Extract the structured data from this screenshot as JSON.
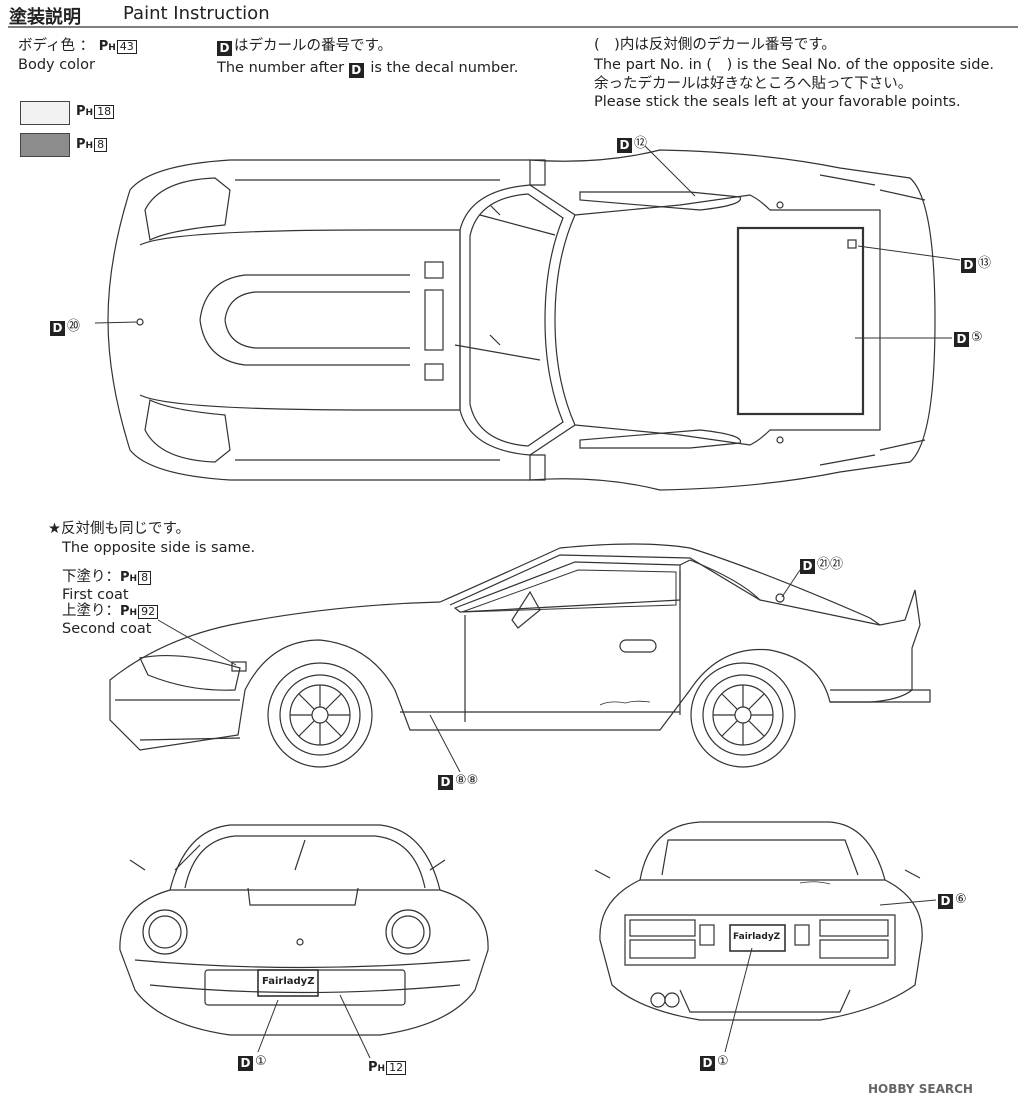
{
  "header": {
    "title_jp": "塗装説明",
    "title_en": "Paint Instruction"
  },
  "body_color": {
    "label_jp": "ボディ色 ：",
    "label_en": "Body color",
    "code_prefix": "P",
    "code_sub": "H",
    "code": "43"
  },
  "swatches": [
    {
      "code_prefix": "P",
      "code_sub": "H",
      "code": "18",
      "color": "#f2f2f2"
    },
    {
      "code_prefix": "P",
      "code_sub": "H",
      "code": "8",
      "color": "#8c8c8c"
    }
  ],
  "decal_note": {
    "marker": "D",
    "jp": "はデカールの番号です。",
    "en_before": "The number after",
    "en_after": "is the decal number."
  },
  "opposite_note": {
    "line1": "(　)内は反対側のデカール番号です。",
    "line2": "The part No. in (　) is the Seal No. of the opposite side.",
    "line3": "余ったデカールは好きなところへ貼って下さい。",
    "line4": "Please stick the seals left at your favorable points."
  },
  "side_note": {
    "jp": "★反対側も同じです。",
    "en": "The opposite side is same."
  },
  "coats": {
    "first_jp": "下塗り：",
    "first_code": "8",
    "first_en": "First coat",
    "second_jp": "上塗り：",
    "second_code": "92",
    "second_en": "Second coat",
    "code_prefix": "P",
    "code_sub": "H"
  },
  "callouts": {
    "d12": "⑫",
    "d13": "⑬",
    "d5": "⑤",
    "d20": "⑳",
    "d21": "㉑㉑",
    "d8": "⑧⑧",
    "d6": "⑥",
    "d1_front": "①",
    "d1_rear": "①",
    "ph12_code": "12"
  },
  "plates": {
    "front": "FairladyZ",
    "rear": "FairladyZ"
  },
  "watermark": "HOBBY SEARCH",
  "colors": {
    "line": "#333333",
    "light_fill": "#f2f2f2",
    "dark_fill": "#8c8c8c"
  }
}
